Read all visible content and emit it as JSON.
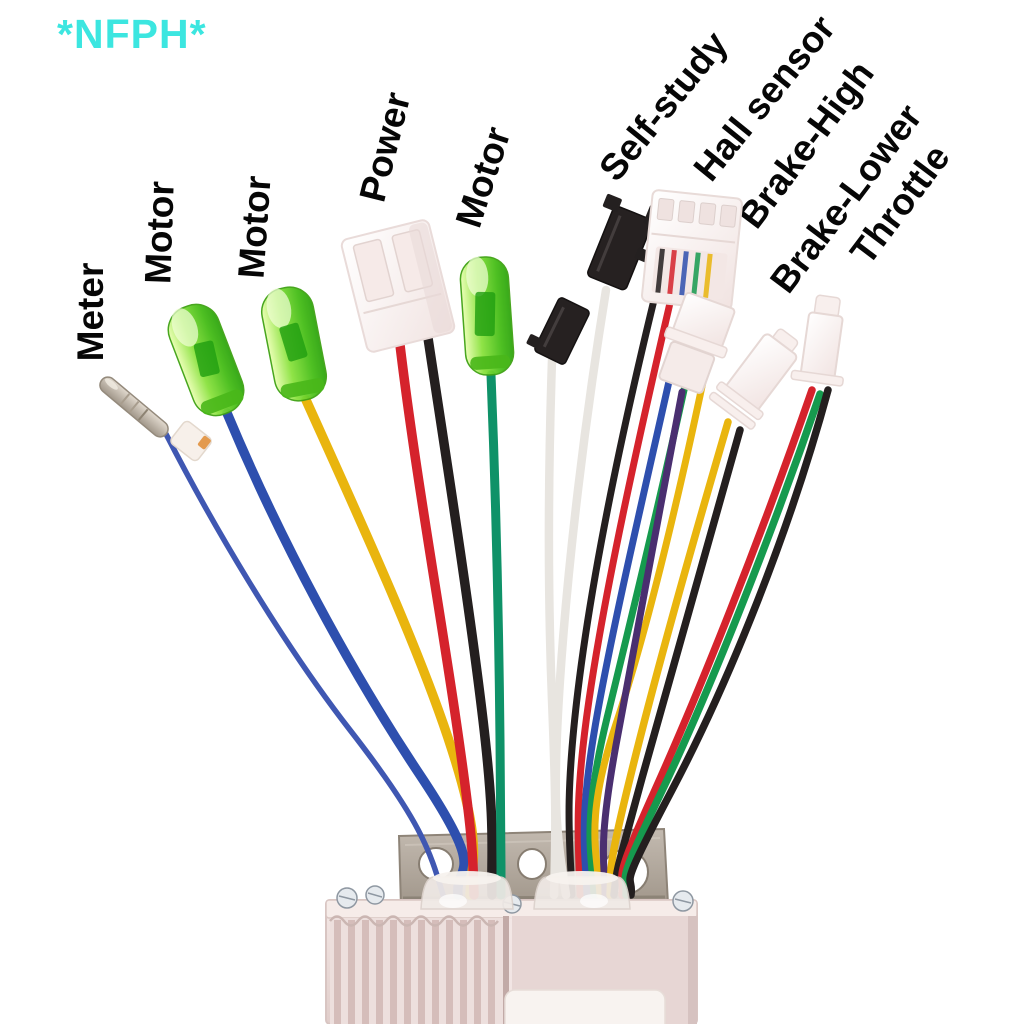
{
  "watermark": {
    "text": "*NFPH*",
    "color": "#3ce6e0"
  },
  "labels": [
    {
      "text": "Meter"
    },
    {
      "text": "Motor"
    },
    {
      "text": "Motor"
    },
    {
      "text": "Power"
    },
    {
      "text": "Motor"
    },
    {
      "text": "Self-study"
    },
    {
      "text": "Hall sensor"
    },
    {
      "text": "Brake-High"
    },
    {
      "text": "Brake-Lower"
    },
    {
      "text": "Throttle"
    }
  ],
  "colors": {
    "label_text": "#060606",
    "wire_blue": "#2e4fae",
    "wire_blue_thin": "#3f57b2",
    "wire_yellow": "#e9b50e",
    "wire_red": "#d5232c",
    "wire_black": "#241f1f",
    "wire_teal": "#0f9268",
    "wire_green": "#169a4e",
    "wire_white": "#e8e5e0",
    "wire_purple": "#4a2f70",
    "connector_green": "#5ecb21",
    "connector_white": "#fbf3f1",
    "connector_black": "#262121",
    "case_silver": "#e7d6d4",
    "bracket_metal": "#b2a89e"
  }
}
